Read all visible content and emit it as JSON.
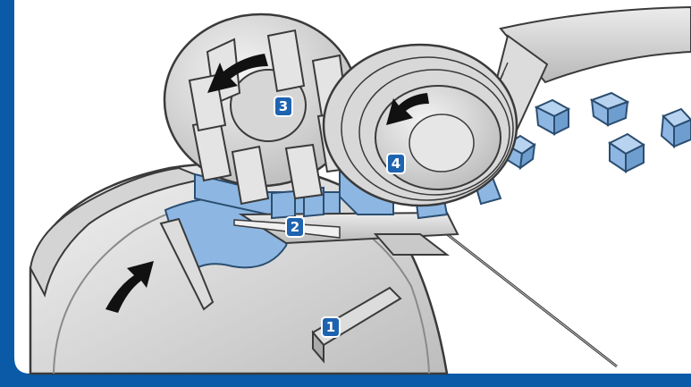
{
  "colors": {
    "frame_blue": "#0a5aa8",
    "badge_blue": "#1e63b0",
    "material_blue": "#8db7e2",
    "metal_light": "#e6e6e6",
    "metal_mid": "#c9c9c9",
    "metal_dark": "#9a9a9a",
    "outline": "#3a3a3a",
    "arrow": "#111111"
  },
  "callouts": [
    {
      "number": "1",
      "icon": "numbered-badge"
    },
    {
      "number": "2",
      "icon": "numbered-badge"
    },
    {
      "number": "3",
      "icon": "numbered-badge"
    },
    {
      "number": "4",
      "icon": "numbered-badge"
    }
  ],
  "icons": [
    "curved-rotation-arrow-icon",
    "curved-rotation-arrow-icon",
    "push-arrow-icon"
  ]
}
